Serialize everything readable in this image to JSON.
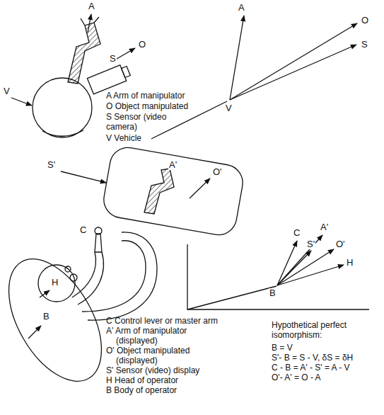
{
  "diagram": {
    "labels": [
      "A",
      "O",
      "S",
      "V",
      "A Arm of manipulator",
      "O Object manipulated",
      "S Sensor (video camera)",
      "V Vehicle",
      "A",
      "O",
      "S",
      "V",
      "A'",
      "O'",
      "S'",
      "C",
      "H",
      "B",
      "C Control lever or master arm",
      "A' Arm of manipulator (displayed)",
      "O' Object manipulated (displayed)",
      "S' Sensor (video) display",
      "H Head of operator",
      "B Body of operator",
      "C",
      "A'",
      "S'",
      "O'",
      "H",
      "B",
      "Hypothetical perfect isomorphism:",
      "B = V",
      "S'- B = S - V,  δS = δH",
      "C - B = A' - S' = A - V",
      "O'- A' = O - A"
    ]
  }
}
